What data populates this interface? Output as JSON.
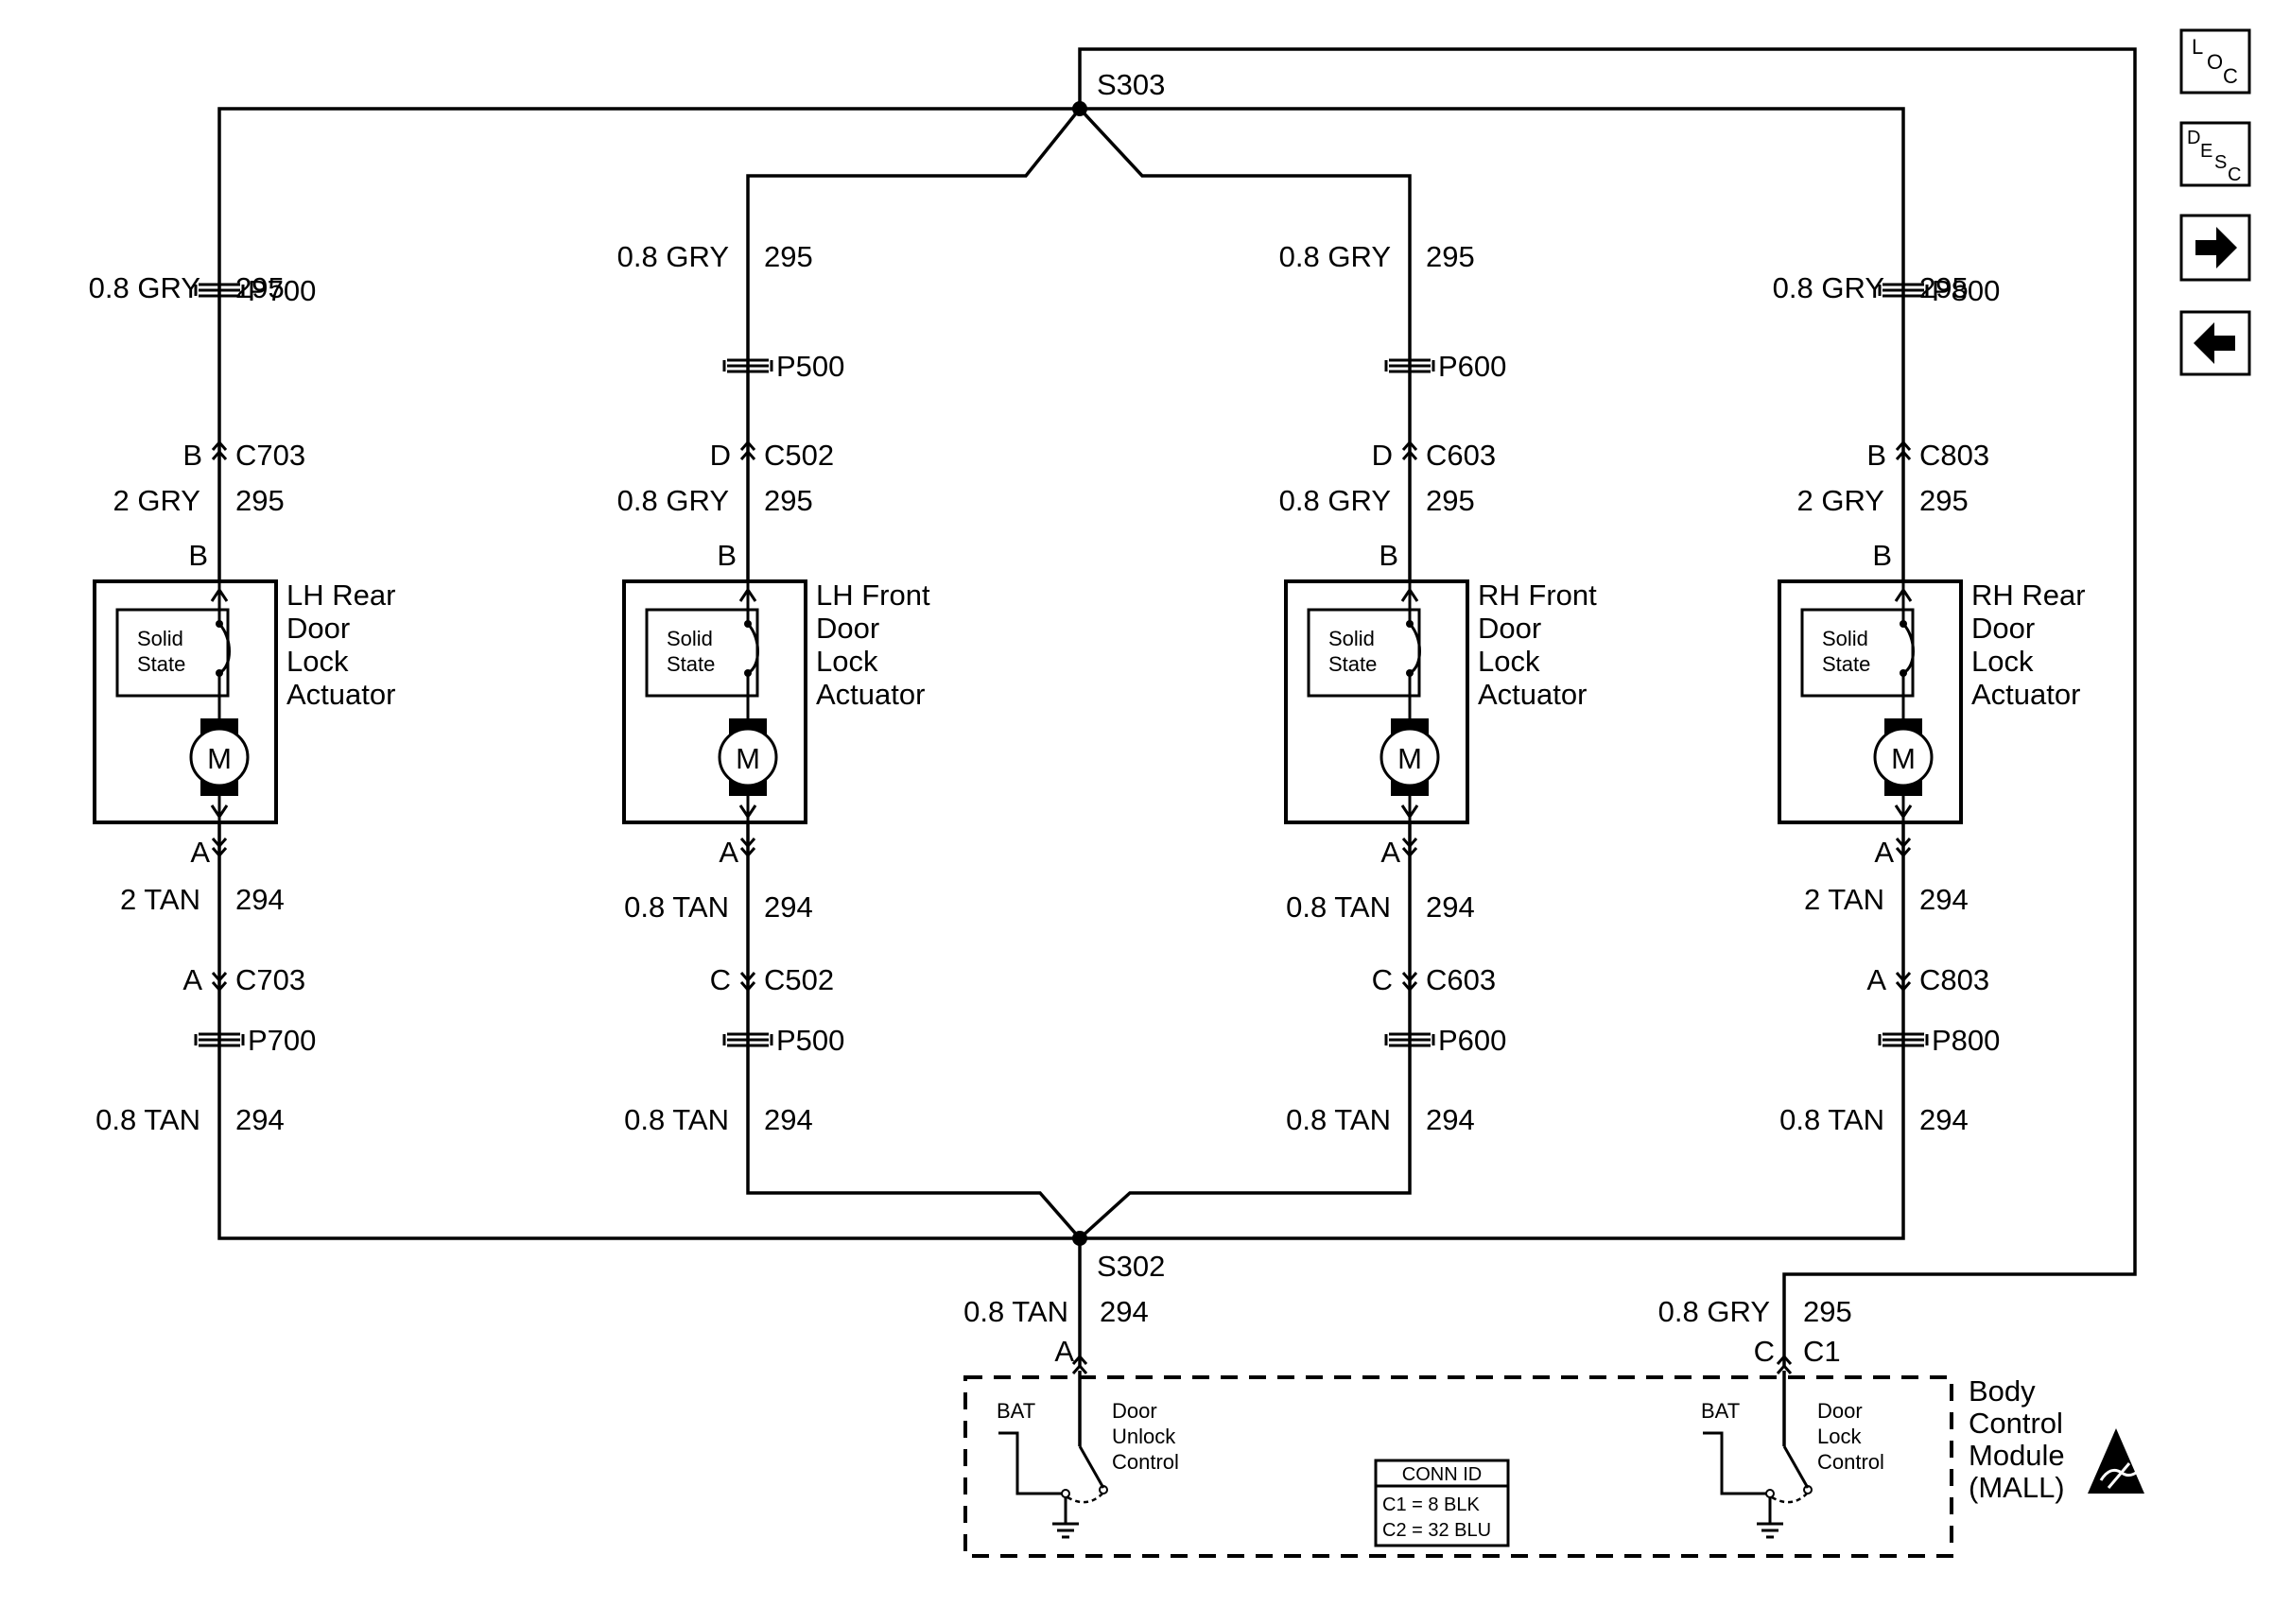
{
  "splices": {
    "top": "S303",
    "bottom": "S302"
  },
  "actuators": [
    {
      "name": [
        "LH Rear",
        "Door",
        "Lock",
        "Actuator"
      ],
      "pass_top": "P700",
      "upper_wire": "0.8 GRY",
      "upper_circuit": "295",
      "conn_top_pin": "B",
      "conn_top": "C703",
      "lead_top_wire": "2 GRY",
      "lead_top_circuit": "295",
      "term_top": "B",
      "term_bot": "A",
      "lead_bot_wire": "2 TAN",
      "lead_bot_circuit": "294",
      "conn_bot_pin": "A",
      "conn_bot": "C703",
      "pass_bot": "P700",
      "lower_wire": "0.8 TAN",
      "lower_circuit": "294"
    },
    {
      "name": [
        "LH Front",
        "Door",
        "Lock",
        "Actuator"
      ],
      "pass_top": "P500",
      "upper_wire": "0.8 GRY",
      "upper_circuit": "295",
      "conn_top_pin": "D",
      "conn_top": "C502",
      "lead_top_wire": "0.8 GRY",
      "lead_top_circuit": "295",
      "term_top": "B",
      "term_bot": "A",
      "lead_bot_wire": "0.8 TAN",
      "lead_bot_circuit": "294",
      "conn_bot_pin": "C",
      "conn_bot": "C502",
      "pass_bot": "P500",
      "lower_wire": "0.8 TAN",
      "lower_circuit": "294"
    },
    {
      "name": [
        "RH Front",
        "Door",
        "Lock",
        "Actuator"
      ],
      "pass_top": "P600",
      "upper_wire": "0.8 GRY",
      "upper_circuit": "295",
      "conn_top_pin": "D",
      "conn_top": "C603",
      "lead_top_wire": "0.8 GRY",
      "lead_top_circuit": "295",
      "term_top": "B",
      "term_bot": "A",
      "lead_bot_wire": "0.8 TAN",
      "lead_bot_circuit": "294",
      "conn_bot_pin": "C",
      "conn_bot": "C603",
      "pass_bot": "P600",
      "lower_wire": "0.8 TAN",
      "lower_circuit": "294"
    },
    {
      "name": [
        "RH Rear",
        "Door",
        "Lock",
        "Actuator"
      ],
      "pass_top": "P800",
      "upper_wire": "0.8 GRY",
      "upper_circuit": "295",
      "conn_top_pin": "B",
      "conn_top": "C803",
      "lead_top_wire": "2 GRY",
      "lead_top_circuit": "295",
      "term_top": "B",
      "term_bot": "A",
      "lead_bot_wire": "2 TAN",
      "lead_bot_circuit": "294",
      "conn_bot_pin": "A",
      "conn_bot": "C803",
      "pass_bot": "P800",
      "lower_wire": "0.8 TAN",
      "lower_circuit": "294"
    }
  ],
  "actuator_inner": {
    "solid": "Solid",
    "state": "State",
    "motor": "M"
  },
  "bcm_feeds": {
    "unlock_wire": "0.8 TAN",
    "unlock_circuit": "294",
    "unlock_pin": "A",
    "lock_wire": "0.8 GRY",
    "lock_circuit": "295",
    "lock_pin": "C",
    "lock_conn": "C1"
  },
  "bcm": {
    "title": [
      "Body",
      "Control",
      "Module",
      "(MALL)"
    ],
    "bat_label": "BAT",
    "unlock_switch": [
      "Door",
      "Unlock",
      "Control"
    ],
    "lock_switch": [
      "Door",
      "Lock",
      "Control"
    ],
    "conn_id_title": "CONN ID",
    "conn_id_lines": [
      "C1 = 8 BLK",
      "C2 = 32 BLU"
    ]
  },
  "nav": {
    "loc": {
      "a": "L",
      "b": "O",
      "c": "C"
    },
    "desc": {
      "a": "D",
      "b": "E",
      "c": "S",
      "d": "C"
    },
    "next_icon": "arrow-right",
    "prev_icon": "arrow-left"
  }
}
